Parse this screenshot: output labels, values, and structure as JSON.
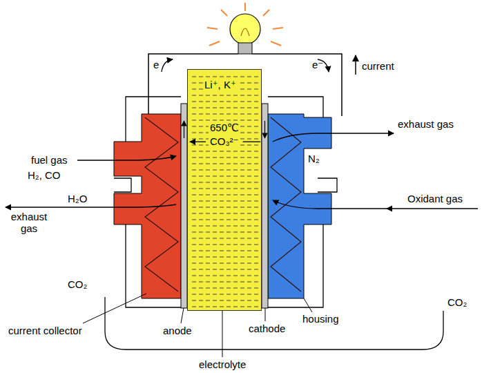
{
  "diagram": {
    "nodes": [
      {
        "text": [
          "Li⁺, K⁺",
          "650℃",
          "CO₃²⁻"
        ]
      }
    ],
    "labels": [
      "e",
      "e⁻",
      "current",
      "fuel gas",
      "H₂, CO",
      "H₂O",
      "exhaust gas",
      "CO₂",
      "current collector",
      "anode",
      "electrolyte",
      "cathode",
      "housing",
      "CO₂",
      "exhaust gas",
      "N₂",
      "Oxidant gas"
    ]
  }
}
